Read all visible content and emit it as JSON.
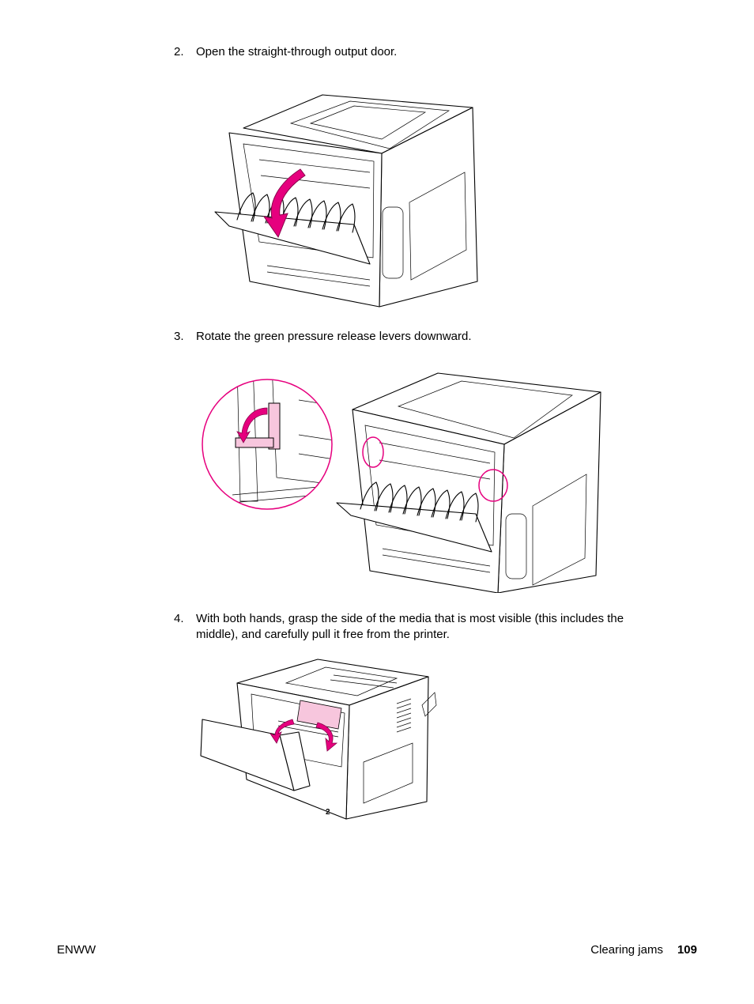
{
  "steps": [
    {
      "number": "2.",
      "text": "Open the straight-through output door."
    },
    {
      "number": "3.",
      "text": "Rotate the green pressure release levers downward."
    },
    {
      "number": "4.",
      "text": "With both hands, grasp the side of the media that is most visible (this includes the middle), and carefully pull it free from the printer."
    }
  ],
  "figures": {
    "fig3_label": "2"
  },
  "footer": {
    "left": "ENWW",
    "section": "Clearing jams",
    "page": "109"
  },
  "colors": {
    "accent": "#e6007e",
    "highlight_fill": "#f7c6dd"
  }
}
